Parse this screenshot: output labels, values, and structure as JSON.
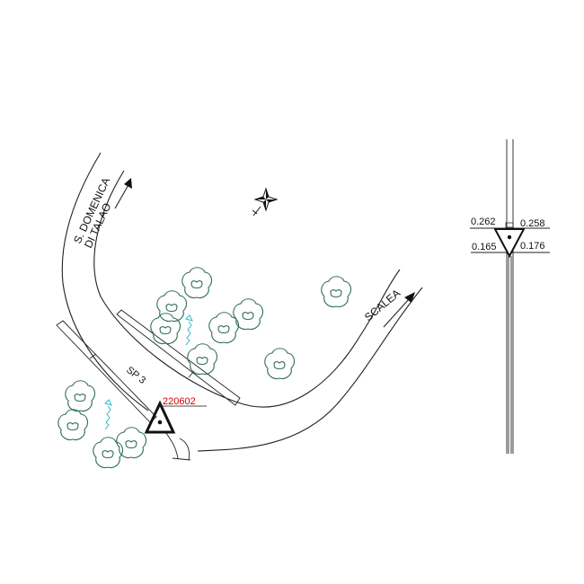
{
  "map": {
    "road_name": "SP 3",
    "direction_left": "S. DOMENICA DI TALAO",
    "direction_left_line1": "S. DOMENICA",
    "direction_left_line2": "DI TALAO",
    "direction_right": "SCALEA",
    "benchmark_id": "220602"
  },
  "elevation_detail": {
    "top_left": "0.262",
    "top_right": "0.258",
    "bottom_left": "0.165",
    "bottom_right": "0.176"
  },
  "colors": {
    "linework": "#222222",
    "trees": "#2f6e55",
    "stream": "#39b8c8",
    "benchmark_label": "#d40000"
  },
  "icons": {
    "north": "compass-rose-icon",
    "benchmark": "triangle-benchmark-icon",
    "tree": "tree-canopy-icon"
  }
}
